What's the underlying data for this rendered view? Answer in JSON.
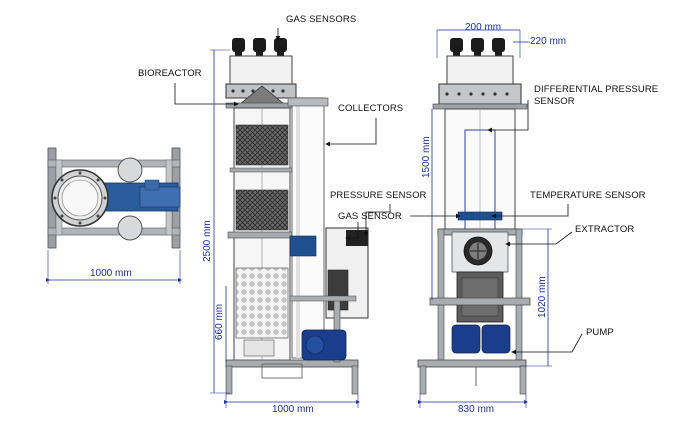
{
  "labels": {
    "gas_sensors": "GAS SENSORS",
    "bioreactor": "BIOREACTOR",
    "collectors": "COLLECTORS",
    "pressure_sensor": "PRESSURE SENSOR",
    "gas_sensor": "GAS SENSOR",
    "differential_pressure_sensor_line1": "DIFFERENTIAL PRESSURE",
    "differential_pressure_sensor_line2": "SENSOR",
    "temperature_sensor": "TEMPERATURE SENSOR",
    "extractor": "EXTRACTOR",
    "pump": "PUMP"
  },
  "dimensions": {
    "top_view_width": "1000 mm",
    "side_view_height": "2500 mm",
    "side_view_lower_height": "660 mm",
    "side_view_width": "1000 mm",
    "front_view_top_width": "200 mm",
    "front_view_head_width": "220 mm",
    "front_view_column_height": "1500 mm",
    "front_view_frame_height": "1020 mm",
    "front_view_width": "830 mm"
  },
  "colors": {
    "dimension": "#1a2fa0",
    "frame": "#8a8f96",
    "blue_pipe": "#1f4f8f",
    "motor": "#1a3e8c",
    "dark": "#222222"
  }
}
